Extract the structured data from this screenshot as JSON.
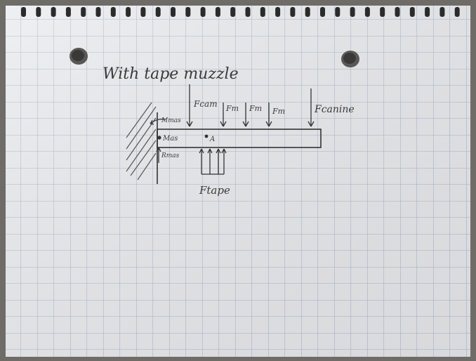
{
  "notebook": {
    "paper_color": "#ecedf0",
    "grid_color": "#8fa7c8",
    "ink_color": "#333333",
    "spiral_color": "#2b2b2b"
  },
  "title": "With tape muzzle",
  "labels": {
    "f_cam": "Fcam",
    "f_m1": "Fm",
    "f_m2": "Fm",
    "f_m3": "Fm",
    "f_canine": "Fcanine",
    "m_mas_top": "Mmas",
    "m_mas": "Mas",
    "point_a": "A",
    "r_mas": "Rmas",
    "f_tape": "Ftape"
  }
}
